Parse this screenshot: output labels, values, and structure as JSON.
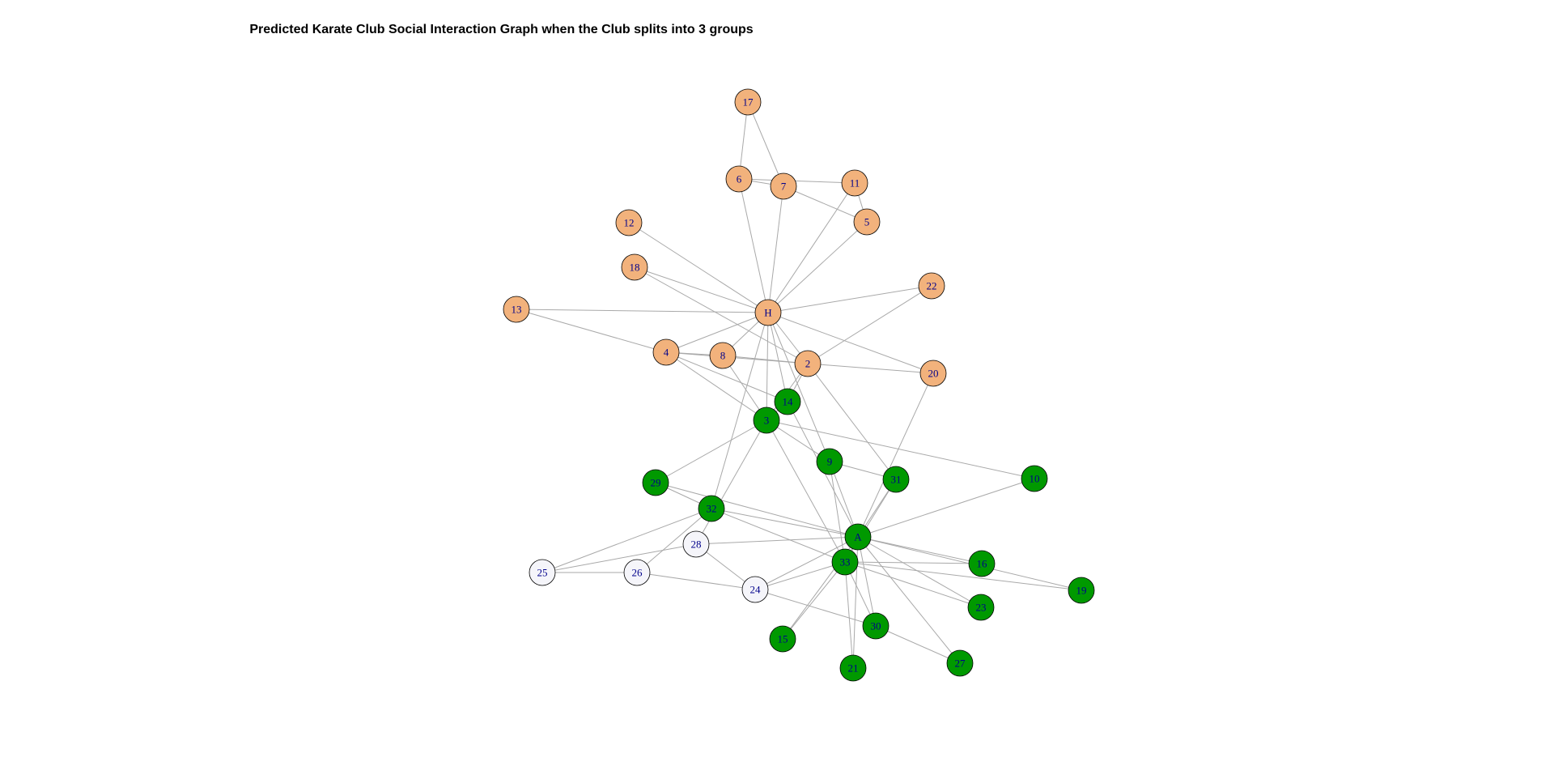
{
  "title": "Predicted Karate Club Social Interaction Graph when the Club splits into 3 groups",
  "colors": {
    "orange": "#f2b27c",
    "green": "#009900",
    "white": "#f5f5fa",
    "edge": "#a9a9a9",
    "label": "#00008b"
  },
  "nodes": [
    {
      "id": "H",
      "label": "H",
      "group": "orange"
    },
    {
      "id": "2",
      "label": "2",
      "group": "orange"
    },
    {
      "id": "3",
      "label": "3",
      "group": "green"
    },
    {
      "id": "4",
      "label": "4",
      "group": "orange"
    },
    {
      "id": "5",
      "label": "5",
      "group": "orange"
    },
    {
      "id": "6",
      "label": "6",
      "group": "orange"
    },
    {
      "id": "7",
      "label": "7",
      "group": "orange"
    },
    {
      "id": "8",
      "label": "8",
      "group": "orange"
    },
    {
      "id": "9",
      "label": "9",
      "group": "green"
    },
    {
      "id": "10",
      "label": "10",
      "group": "green"
    },
    {
      "id": "11",
      "label": "11",
      "group": "orange"
    },
    {
      "id": "12",
      "label": "12",
      "group": "orange"
    },
    {
      "id": "13",
      "label": "13",
      "group": "orange"
    },
    {
      "id": "14",
      "label": "14",
      "group": "green"
    },
    {
      "id": "15",
      "label": "15",
      "group": "green"
    },
    {
      "id": "16",
      "label": "16",
      "group": "green"
    },
    {
      "id": "17",
      "label": "17",
      "group": "orange"
    },
    {
      "id": "18",
      "label": "18",
      "group": "orange"
    },
    {
      "id": "19",
      "label": "19",
      "group": "green"
    },
    {
      "id": "20",
      "label": "20",
      "group": "orange"
    },
    {
      "id": "21",
      "label": "21",
      "group": "green"
    },
    {
      "id": "22",
      "label": "22",
      "group": "orange"
    },
    {
      "id": "23",
      "label": "23",
      "group": "green"
    },
    {
      "id": "24",
      "label": "24",
      "group": "white"
    },
    {
      "id": "25",
      "label": "25",
      "group": "white"
    },
    {
      "id": "26",
      "label": "26",
      "group": "white"
    },
    {
      "id": "27",
      "label": "27",
      "group": "green"
    },
    {
      "id": "28",
      "label": "28",
      "group": "white"
    },
    {
      "id": "29",
      "label": "29",
      "group": "green"
    },
    {
      "id": "30",
      "label": "30",
      "group": "green"
    },
    {
      "id": "31",
      "label": "31",
      "group": "green"
    },
    {
      "id": "32",
      "label": "32",
      "group": "green"
    },
    {
      "id": "33",
      "label": "33",
      "group": "green"
    },
    {
      "id": "A",
      "label": "A",
      "group": "green"
    }
  ],
  "edges": [
    [
      "H",
      "2"
    ],
    [
      "H",
      "3"
    ],
    [
      "H",
      "4"
    ],
    [
      "H",
      "5"
    ],
    [
      "H",
      "6"
    ],
    [
      "H",
      "7"
    ],
    [
      "H",
      "8"
    ],
    [
      "H",
      "9"
    ],
    [
      "H",
      "11"
    ],
    [
      "H",
      "12"
    ],
    [
      "H",
      "13"
    ],
    [
      "H",
      "14"
    ],
    [
      "H",
      "18"
    ],
    [
      "H",
      "20"
    ],
    [
      "H",
      "22"
    ],
    [
      "H",
      "32"
    ],
    [
      "2",
      "3"
    ],
    [
      "2",
      "4"
    ],
    [
      "2",
      "8"
    ],
    [
      "2",
      "14"
    ],
    [
      "2",
      "18"
    ],
    [
      "2",
      "20"
    ],
    [
      "2",
      "22"
    ],
    [
      "2",
      "31"
    ],
    [
      "3",
      "4"
    ],
    [
      "3",
      "8"
    ],
    [
      "3",
      "9"
    ],
    [
      "3",
      "10"
    ],
    [
      "3",
      "14"
    ],
    [
      "3",
      "28"
    ],
    [
      "3",
      "29"
    ],
    [
      "3",
      "33"
    ],
    [
      "4",
      "8"
    ],
    [
      "4",
      "13"
    ],
    [
      "4",
      "14"
    ],
    [
      "5",
      "7"
    ],
    [
      "5",
      "11"
    ],
    [
      "6",
      "7"
    ],
    [
      "6",
      "11"
    ],
    [
      "6",
      "17"
    ],
    [
      "7",
      "17"
    ],
    [
      "9",
      "31"
    ],
    [
      "9",
      "33"
    ],
    [
      "9",
      "A"
    ],
    [
      "10",
      "A"
    ],
    [
      "14",
      "A"
    ],
    [
      "15",
      "33"
    ],
    [
      "15",
      "A"
    ],
    [
      "16",
      "33"
    ],
    [
      "16",
      "A"
    ],
    [
      "19",
      "33"
    ],
    [
      "19",
      "A"
    ],
    [
      "20",
      "A"
    ],
    [
      "21",
      "33"
    ],
    [
      "21",
      "A"
    ],
    [
      "23",
      "33"
    ],
    [
      "23",
      "A"
    ],
    [
      "24",
      "26"
    ],
    [
      "24",
      "28"
    ],
    [
      "24",
      "30"
    ],
    [
      "24",
      "33"
    ],
    [
      "24",
      "A"
    ],
    [
      "25",
      "26"
    ],
    [
      "25",
      "28"
    ],
    [
      "25",
      "32"
    ],
    [
      "26",
      "32"
    ],
    [
      "27",
      "30"
    ],
    [
      "27",
      "A"
    ],
    [
      "28",
      "A"
    ],
    [
      "29",
      "32"
    ],
    [
      "29",
      "A"
    ],
    [
      "30",
      "33"
    ],
    [
      "30",
      "A"
    ],
    [
      "31",
      "33"
    ],
    [
      "31",
      "A"
    ],
    [
      "32",
      "33"
    ],
    [
      "32",
      "A"
    ],
    [
      "33",
      "A"
    ]
  ]
}
